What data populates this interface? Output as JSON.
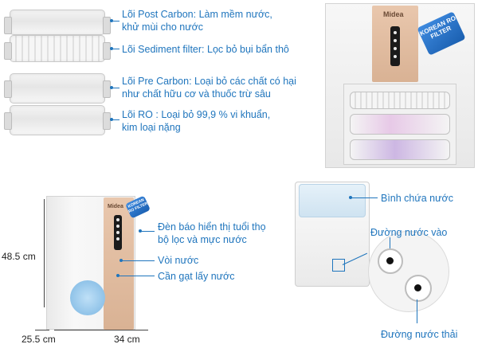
{
  "filters": [
    {
      "line1": "Lõi Post Carbon: Làm mềm nước,",
      "line2": "khử mùi cho nước"
    },
    {
      "line1": "Lõi Sediment filter: Lọc bỏ bụi bẩn thô",
      "line2": ""
    },
    {
      "line1": "Lõi Pre Carbon: Loại bỏ các chất có hại",
      "line2": "như chất hữu cơ và thuốc trừ sâu"
    },
    {
      "line1": "Lõi RO : Loại bỏ 99,9 % vi khuẩn,",
      "line2": "kim loại nặng"
    }
  ],
  "unit": {
    "brand": "Midea",
    "badge": "KOREAN RO FILTER"
  },
  "dimensions": {
    "height": "48.5 cm",
    "depth": "25.5 cm",
    "width": "34 cm"
  },
  "front_labels": {
    "indicator_line1": "Đèn báo hiển thị tuổi thọ",
    "indicator_line2": "bộ lọc và mực nước",
    "tap": "Vòi nước",
    "lever": "Cần gạt lấy nước"
  },
  "rear_labels": {
    "tank": "Bình chứa nước",
    "inlet": "Đường nước vào",
    "waste": "Đường nước thải"
  },
  "colors": {
    "label": "#1f75bd",
    "panel": "#dcb698",
    "badge": "#2a73c9"
  }
}
